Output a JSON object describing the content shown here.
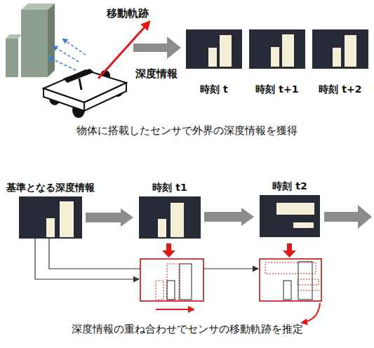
{
  "diagram": {
    "nodes": [
      {
        "text": [
          "時刻 t"
        ]
      },
      {
        "text": [
          "時刻 t+1"
        ]
      },
      {
        "text": [
          "時刻 t+2"
        ]
      },
      {
        "text": [
          "基準となる深度情報"
        ]
      },
      {
        "text": [
          "時刻 t1"
        ]
      },
      {
        "text": [
          "時刻 t2"
        ]
      }
    ],
    "edges": [
      {
        "from": 3,
        "to": 4,
        "arrow": "to"
      },
      {
        "from": 4,
        "to": 5,
        "arrow": "to"
      }
    ],
    "labels": [
      "移動軌跡",
      "深度情報",
      "物体に搭載したセンサで外界の深度情報を獲得",
      "深度情報の重ね合わせでセンサの移動軌跡を推定"
    ]
  }
}
